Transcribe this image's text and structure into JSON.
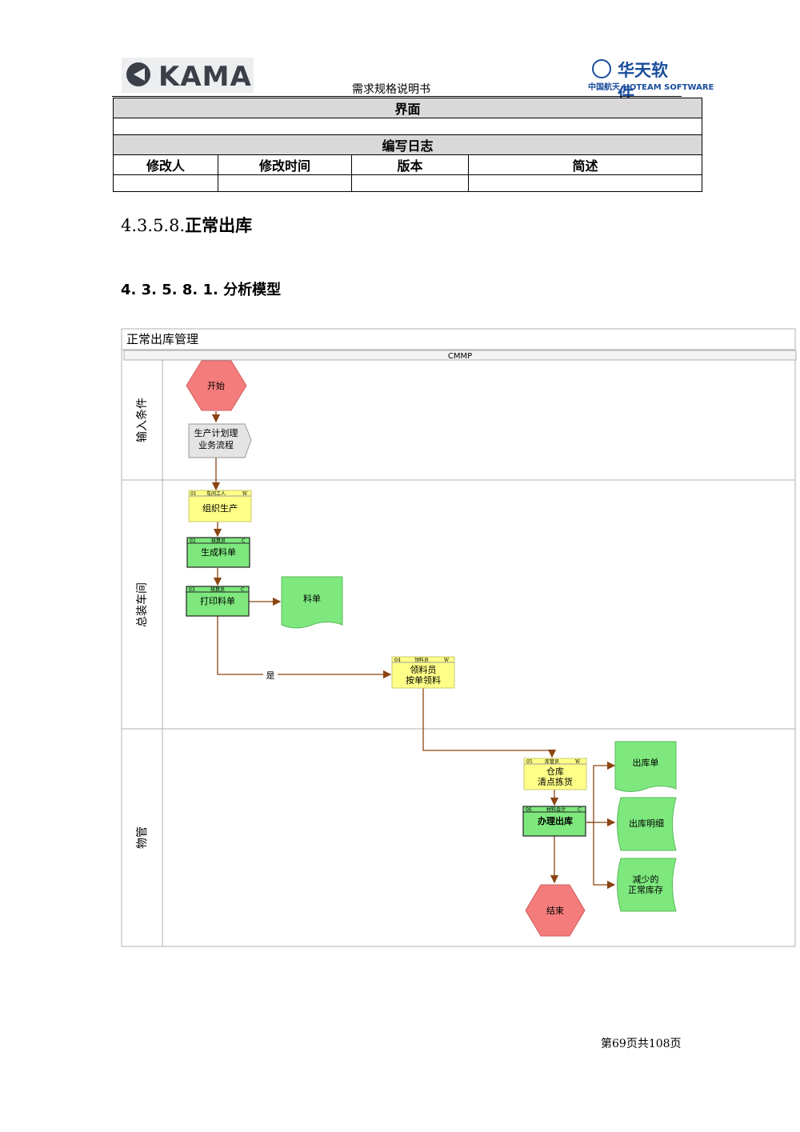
{
  "header": {
    "left_logo_text": "KAMA",
    "doc_title": "需求规格说明书",
    "right_logo_cn": "华天软件",
    "right_logo_sub": "中国航天 HOTEAM SOFTWARE"
  },
  "table": {
    "interface_label": "界面",
    "log_label": "编写日志",
    "columns": [
      "修改人",
      "修改时间",
      "版本",
      "简述"
    ]
  },
  "section": {
    "heading_num": "4.3.5.8.",
    "heading_text": "正常出库",
    "subheading": "4. 3. 5. 8. 1.  分析模型"
  },
  "diagram": {
    "title": "正常出库管理",
    "pool": "CMMP",
    "lanes": [
      "输入条件",
      "总装车间",
      "物管"
    ],
    "start": "开始",
    "end": "结束",
    "process_ref": [
      "生产计划理",
      "业务流程"
    ],
    "tasks": [
      {
        "code": "01",
        "role": "车间工人",
        "type": "W",
        "text": [
          "组织生产"
        ]
      },
      {
        "code": "02",
        "role": "核算员",
        "type": "C",
        "text": [
          "生成料单"
        ]
      },
      {
        "code": "03",
        "role": "核算员",
        "type": "C",
        "text": [
          "打印料单"
        ]
      },
      {
        "code": "04",
        "role": "领料员",
        "type": "W",
        "text": [
          "领料员",
          "按单领料"
        ]
      },
      {
        "code": "05",
        "role": "库管员",
        "type": "W",
        "text": [
          "仓库",
          "清点拣货"
        ]
      },
      {
        "code": "06",
        "role": "材料会计",
        "type": "C",
        "text": [
          "办理出库"
        ]
      }
    ],
    "documents": [
      "料单",
      "出库单",
      "出库明细"
    ],
    "data_stores": [
      [
        "减少的",
        "正常库存"
      ]
    ],
    "edge_label": "是",
    "colors": {
      "start_end": "#f47c7c",
      "task_w": "#ffff88",
      "task_c": "#7ee87e",
      "doc": "#7ee87e",
      "arrow": "#8b4513"
    }
  },
  "footer": {
    "page_info": "第69页共108页"
  }
}
